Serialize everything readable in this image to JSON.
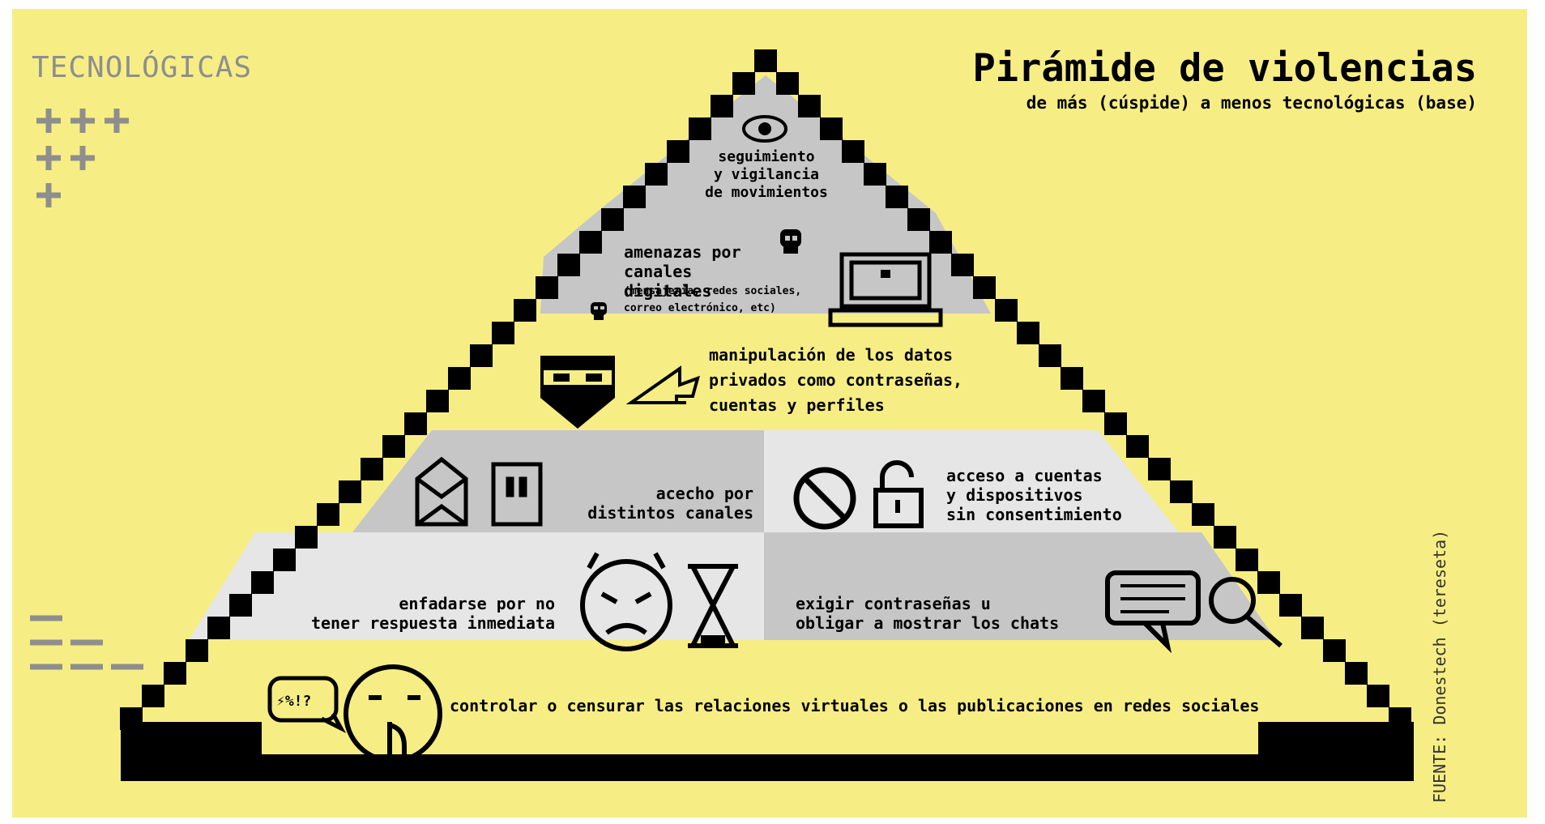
{
  "header": {
    "title": "Pirámide de violencias",
    "subtitle": "de más (cúspide) a menos tecnológicas (base)"
  },
  "legend": {
    "label": "TECNOLÓGICAS"
  },
  "source": "FUENTE: Donestech (tereseta)",
  "levels": [
    {
      "text": "seguimiento\ny vigilancia\nde movimientos",
      "icon": "eye-icon"
    },
    {
      "text": "amenazas por\ncanales digitales",
      "note": "(mensajería, redes sociales,\ncorreo electrónico, etc)",
      "icons": [
        "skull-icon",
        "laptop-icon"
      ]
    },
    {
      "text": "manipulación de los datos\nprivados como contraseñas,\ncuentas y perfiles",
      "icons": [
        "masked-shield-icon",
        "cursor-arrow-icon"
      ]
    },
    {
      "left": {
        "text": "acecho por\ndistintos canales",
        "icons": [
          "open-envelope-icon",
          "phone-icon"
        ]
      },
      "right": {
        "text": "acceso a cuentas\ny dispositivos\nsin consentimiento",
        "icons": [
          "forbidden-icon",
          "unlocked-padlock-icon"
        ]
      }
    },
    {
      "left": {
        "text": "enfadarse por no\ntener respuesta inmediata",
        "icons": [
          "angry-face-icon",
          "hourglass-icon"
        ]
      },
      "right": {
        "text": "exigir contraseñas u\nobligar a mostrar los chats",
        "icons": [
          "chat-bubble-icon",
          "magnifier-icon"
        ]
      }
    },
    {
      "text": "controlar o censurar las relaciones virtuales o las publicaciones en redes sociales",
      "icons": [
        "swearing-bubble-icon",
        "shush-face-icon"
      ]
    }
  ],
  "colors": {
    "background": "#f6ee84",
    "band_dark": "#c6c6c6",
    "band_light": "#e6e6e6",
    "ink": "#000000",
    "legend_gray": "#8e8e8e"
  }
}
